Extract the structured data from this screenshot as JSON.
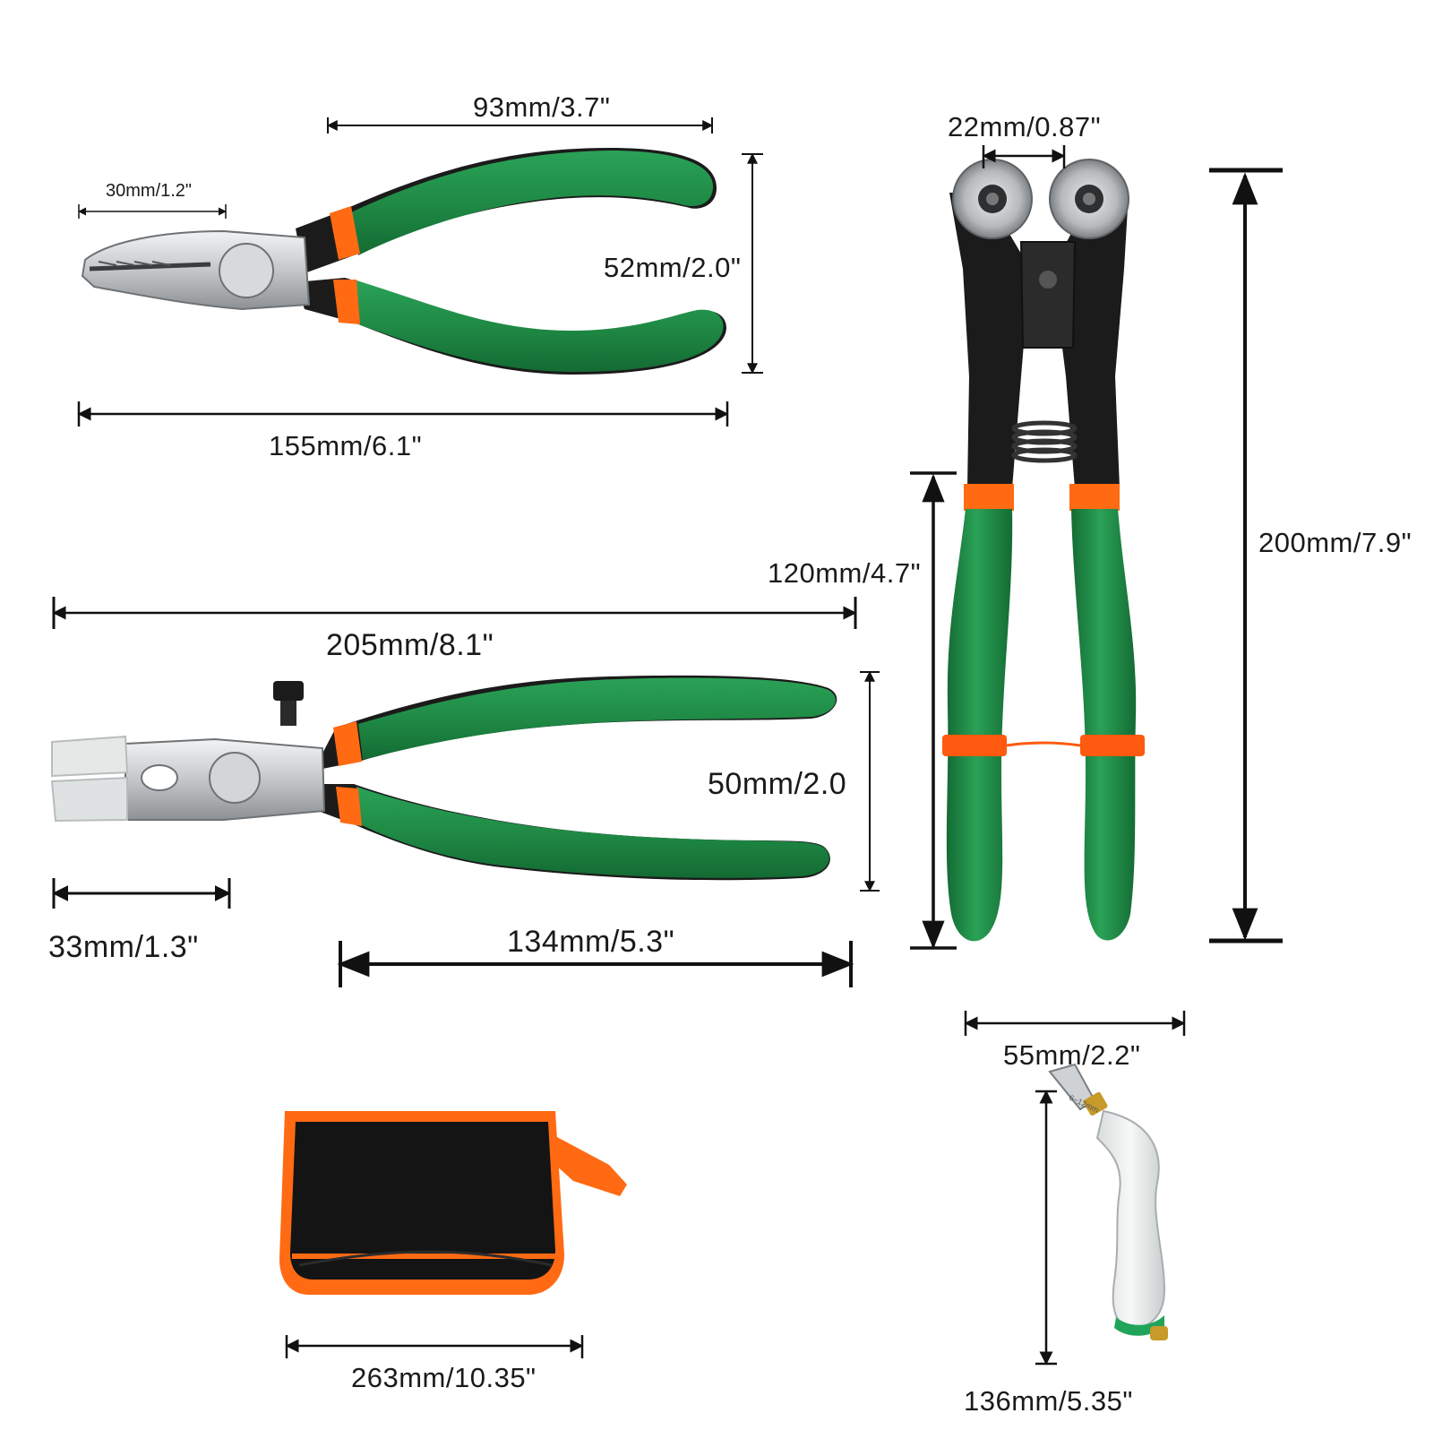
{
  "labels": {
    "p1_handle_len": "93mm/3.7\"",
    "p1_jaw_len": "30mm/1.2\"",
    "p1_spread": "52mm/2.0\"",
    "p1_total": "155mm/6.1\"",
    "p2_total": "205mm/8.1\"",
    "p2_spread": "50mm/2.0",
    "p2_jaw_width": "33mm/1.3\"",
    "p2_handle_len": "134mm/5.3\"",
    "cutter_wheel": "22mm/0.87\"",
    "cutter_total": "200mm/7.9\"",
    "cutter_handle": "120mm/4.7\"",
    "cutter_width": "55mm/2.2\"",
    "bag_width": "263mm/10.35\"",
    "glass_cutter_len": "136mm/5.35\"",
    "glass_cutter_tip": "6~12mm"
  },
  "colors": {
    "handle_green": "#1f8a45",
    "handle_green_dark": "#146b33",
    "accent_orange": "#ff6a13",
    "steel": "#c9ccce",
    "black": "#1b1b1b"
  }
}
